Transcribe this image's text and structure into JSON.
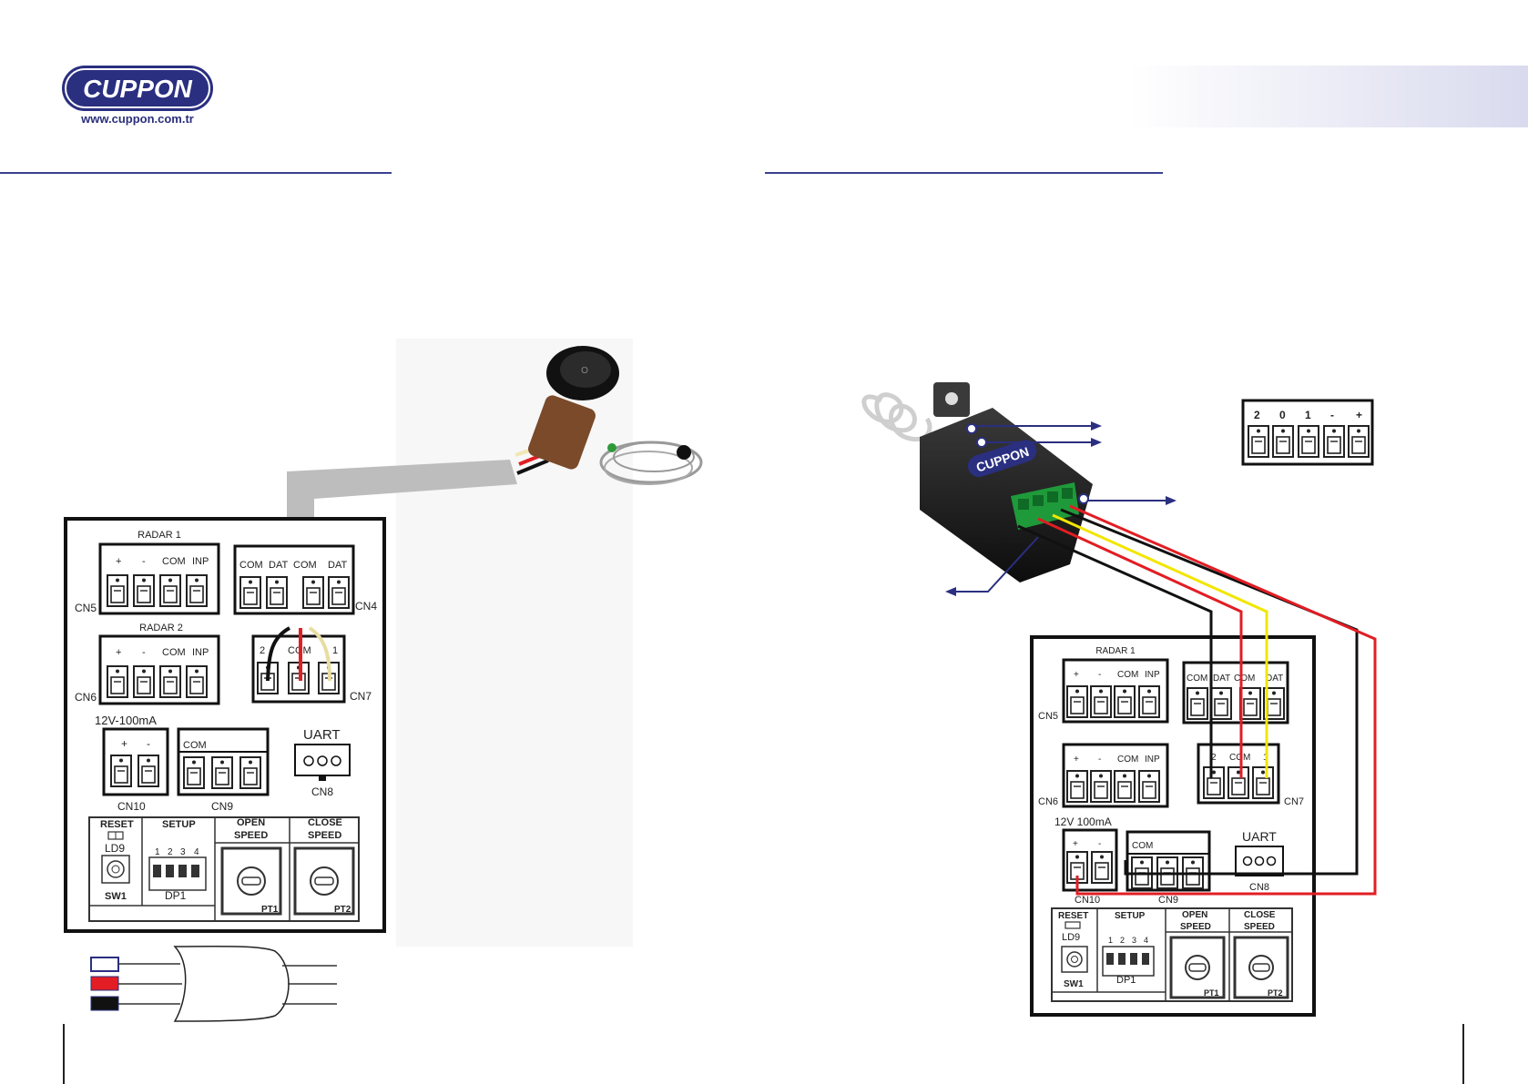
{
  "brand": {
    "logo_text": "CUPPON",
    "website": "www.cuppon.com.tr",
    "colors": {
      "primary": "#2a2f80",
      "accent_line": "#3a4290",
      "wire_red": "#e21d24",
      "wire_yellow": "#f2e600",
      "wire_black": "#111111",
      "terminal_green": "#1f9a3a"
    }
  },
  "left_board": {
    "radar1_title": "RADAR 1",
    "radar2_title": "RADAR  2",
    "cn5_pins": [
      "+",
      "-",
      "COM",
      "INP"
    ],
    "cn5_label": "CN5",
    "cn6_pins": [
      "+",
      "-",
      "COM",
      "INP"
    ],
    "cn6_label": "CN6",
    "cn4_pins": [
      "COM",
      "DAT",
      "COM",
      "DAT"
    ],
    "cn4_label": "CN4",
    "cn7_pins": [
      "2",
      "COM",
      "1"
    ],
    "cn7_label": "CN7",
    "cn10_title": "12V-100mA",
    "cn10_pins": [
      "+",
      "-"
    ],
    "cn10_label": "CN10",
    "cn9_pin": "COM",
    "cn9_label": "CN9",
    "uart_title": "UART",
    "cn8_label": "CN8",
    "reset_label": "RESET",
    "ld9_label": "LD9",
    "sw1_label": "SW1",
    "setup_label": "SETUP",
    "dip_numbers": [
      "1",
      "2",
      "3",
      "4"
    ],
    "dp1_label": "DP1",
    "open_speed_label": [
      "OPEN",
      "SPEED"
    ],
    "close_speed_label": [
      "CLOSE",
      "SPEED"
    ],
    "pt1_label": "PT1",
    "pt2_label": "PT2"
  },
  "right_board": {
    "radar1_title": "RADAR 1",
    "cn5_pins": [
      "+",
      "-",
      "COM",
      "INP"
    ],
    "cn5_label": "CN5",
    "cn6_pins": [
      "+",
      "-",
      "COM",
      "INP"
    ],
    "cn6_label": "CN6",
    "cn4_pins": [
      "COM",
      "DAT",
      "COM",
      "DAT"
    ],
    "cn7_pins": [
      "2",
      "COM",
      "1"
    ],
    "cn7_label": "CN7",
    "cn10_title": "12V 100mA",
    "cn10_pins": [
      "+",
      "-"
    ],
    "cn10_label": "CN10",
    "cn9_pin": "COM",
    "cn9_label": "CN9",
    "uart_title": "UART",
    "cn8_label": "CN8",
    "reset_label": "RESET",
    "ld9_label": "LD9",
    "sw1_label": "SW1",
    "setup_label": "SETUP",
    "dip_numbers": [
      "1",
      "2",
      "3",
      "4"
    ],
    "dp1_label": "DP1",
    "open_speed_label": [
      "OPEN",
      "SPEED"
    ],
    "close_speed_label": [
      "CLOSE",
      "SPEED"
    ],
    "pt1_label": "PT1",
    "pt2_label": "PT2"
  },
  "receiver_terminal": {
    "pins": [
      "2",
      "0",
      "1",
      "-",
      "+"
    ]
  },
  "receiver_device": {
    "logo_text": "CUPPON"
  }
}
